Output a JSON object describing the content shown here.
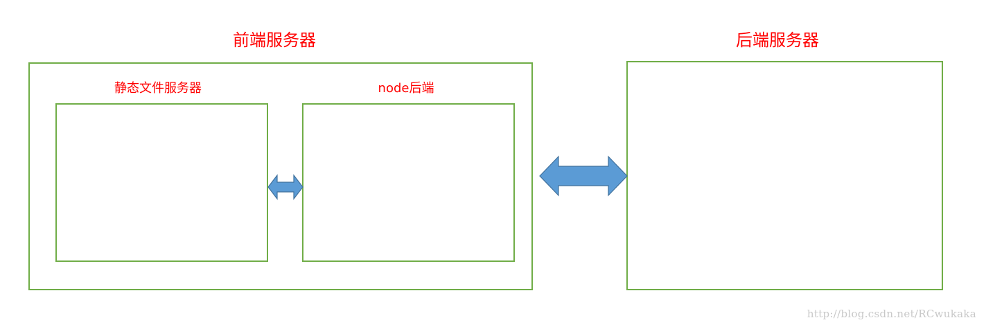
{
  "labels": {
    "frontend_server": "前端服务器",
    "backend_server": "后端服务器",
    "static_file_server": "静态文件服务器",
    "node_backend": "node后端"
  },
  "watermark": "http://blog.csdn.net/RCwukaka",
  "colors": {
    "box_border": "#70ad47",
    "label_text": "#ff0000",
    "arrow_fill": "#5b9bd5",
    "arrow_stroke": "#41719c"
  }
}
